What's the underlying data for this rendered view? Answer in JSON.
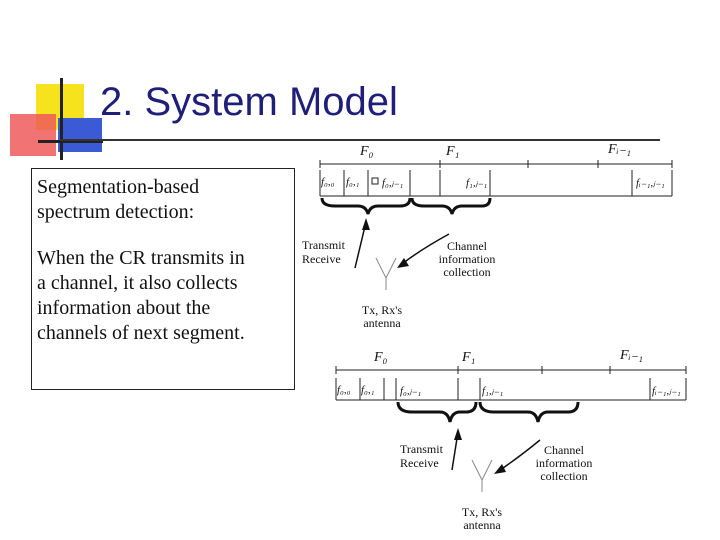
{
  "title": "2. System Model",
  "textbox": {
    "heading_lines": [
      "Segmentation-based",
      "spectrum detection:"
    ],
    "body_lines": [
      "When the CR transmits in",
      "a channel, it also collects",
      "information about the",
      "channels of next segment."
    ]
  },
  "diagram_top": {
    "segments": [
      "F₀",
      "F₁",
      "Fᵢ₋₁"
    ],
    "channels": [
      "f₀,₀",
      "f₀,₁",
      "f₀,ⱼ₋₁",
      "f₁,ⱼ₋₁",
      "fᵢ₋₁,ⱼ₋₁"
    ],
    "left_label": [
      "Transmit",
      "Receive"
    ],
    "right_label": [
      "Channel",
      "information",
      "collection"
    ],
    "antenna_label": [
      "Tx, Rx's",
      "antenna"
    ]
  },
  "diagram_bottom": {
    "segments": [
      "F₀",
      "F₁",
      "Fᵢ₋₁"
    ],
    "channels": [
      "f₀,₀",
      "f₀,₁",
      "f₀,ⱼ₋₁",
      "f₁,ⱼ₋₁",
      "fᵢ₋₁,ⱼ₋₁"
    ],
    "left_label": [
      "Transmit",
      "Receive"
    ],
    "right_label": [
      "Channel",
      "information",
      "collection"
    ],
    "antenna_label": [
      "Tx, Rx's",
      "antenna"
    ]
  }
}
